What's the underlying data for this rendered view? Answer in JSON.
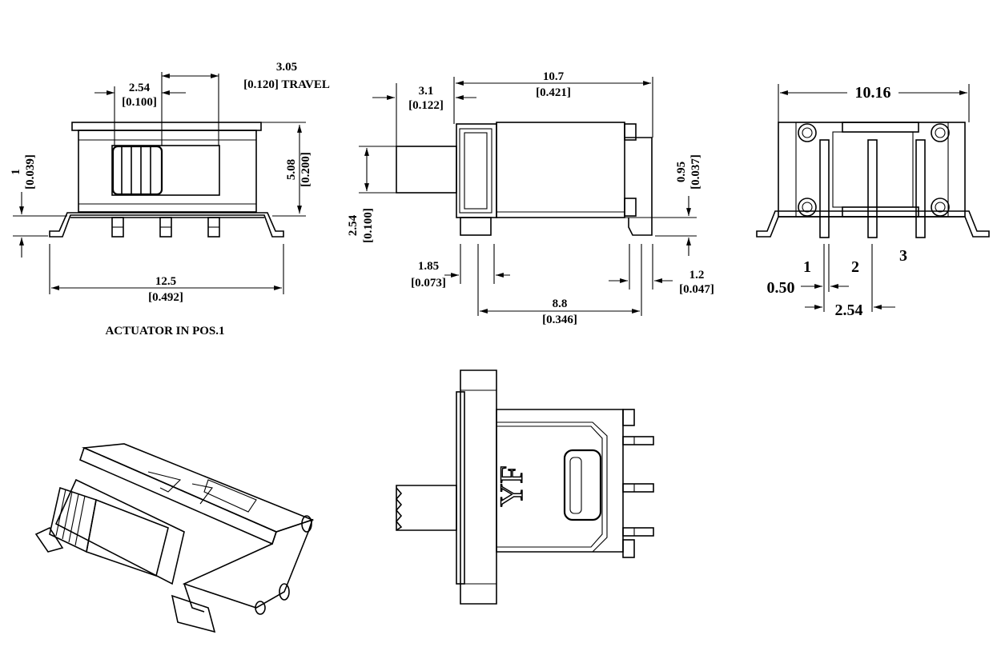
{
  "front_view": {
    "dim_pitch": "2.54",
    "dim_pitch_in": "[0.100]",
    "dim_travel": "3.05",
    "dim_travel_in": "[0.120] TRAVEL",
    "dim_standoff": "1",
    "dim_standoff_in": "[0.039]",
    "dim_height": "5.08",
    "dim_height_in": "[0.200]",
    "dim_width": "12.5",
    "dim_width_in": "[0.492]",
    "caption": "ACTUATOR IN POS.1"
  },
  "side_view": {
    "dim_actuator": "3.1",
    "dim_actuator_in": "[0.122]",
    "dim_length": "10.7",
    "dim_length_in": "[0.421]",
    "dim_act_height": "2.54",
    "dim_act_height_in": "[0.100]",
    "dim_offset": "0.95",
    "dim_offset_in": "[0.037]",
    "dim_lead": "1.85",
    "dim_lead_in": "[0.073]",
    "dim_tab": "1.2",
    "dim_tab_in": "[0.047]",
    "dim_body": "8.8",
    "dim_body_in": "[0.346]"
  },
  "end_view": {
    "dim_overall": "10.16",
    "pin_1": "1",
    "pin_2": "2",
    "pin_3": "3",
    "dim_pin_width": "0.50",
    "dim_pin_pitch": "2.54"
  },
  "top_view": {
    "logo": "YF"
  }
}
